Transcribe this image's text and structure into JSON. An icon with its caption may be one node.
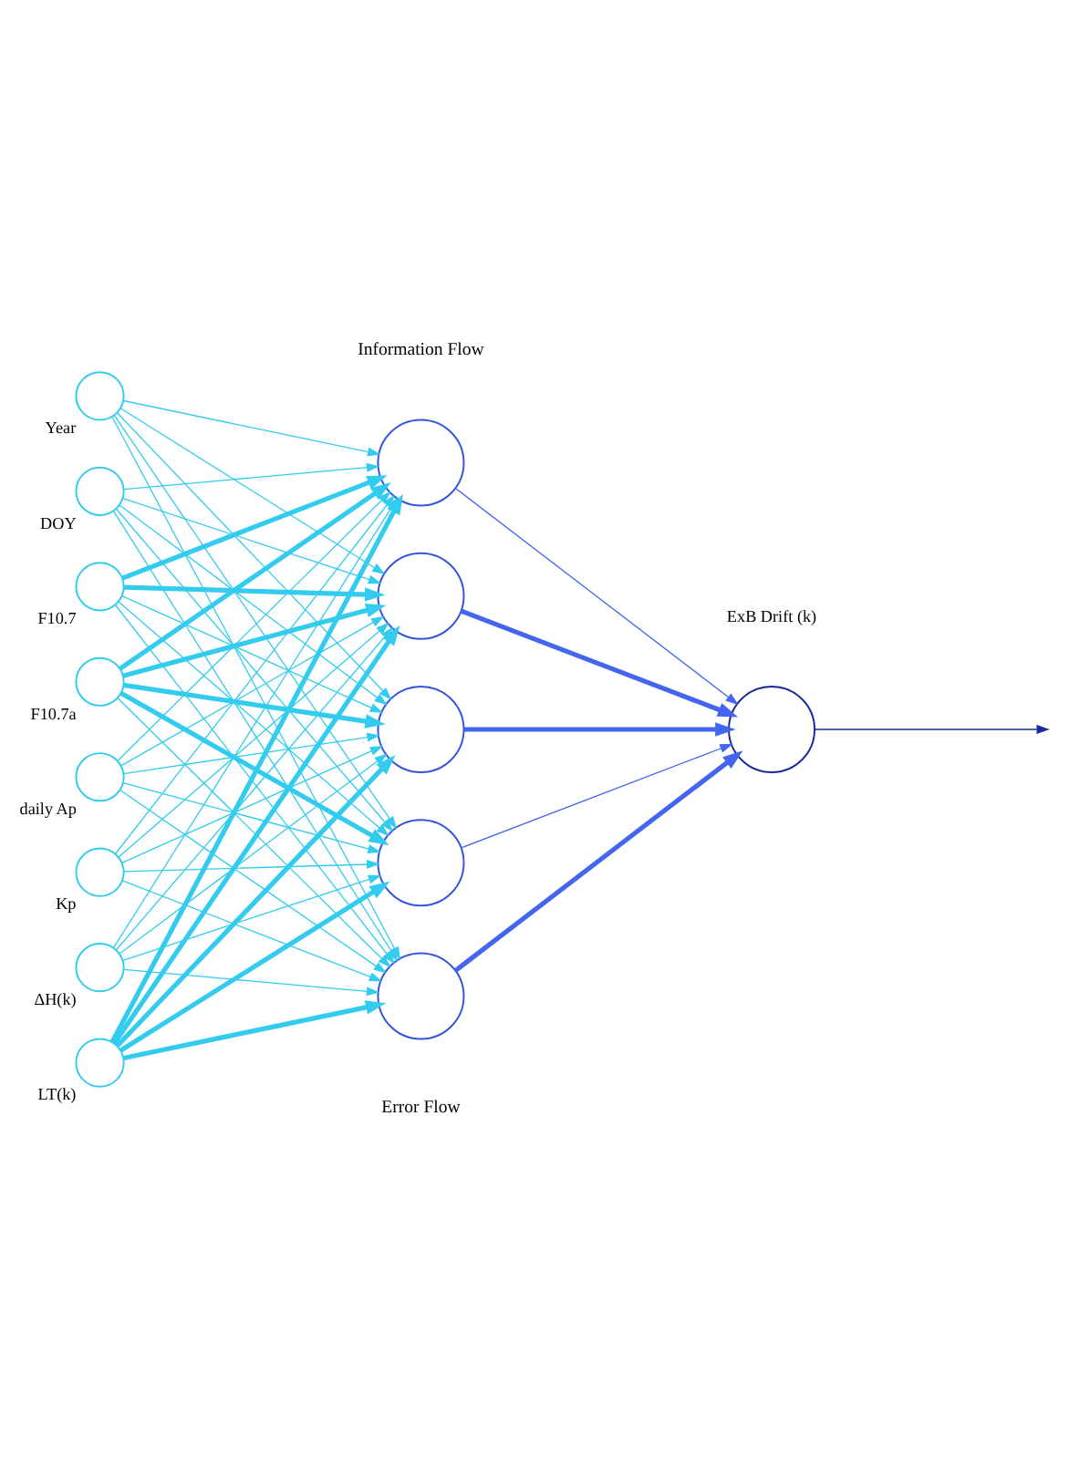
{
  "diagram": {
    "nodes": [
      {
        "text": [],
        "shape": "circle",
        "beside": [
          "Year"
        ]
      },
      {
        "text": [],
        "shape": "circle",
        "beside": [
          "DOY"
        ]
      },
      {
        "text": [],
        "shape": "circle",
        "beside": [
          "F10.7"
        ]
      },
      {
        "text": [],
        "shape": "circle",
        "beside": [
          "F10.7a"
        ]
      },
      {
        "text": [],
        "shape": "circle",
        "beside": [
          "daily Ap"
        ]
      },
      {
        "text": [],
        "shape": "circle",
        "beside": [
          "Kp"
        ]
      },
      {
        "text": [],
        "shape": "circle",
        "beside": [
          "ΔH(k)"
        ]
      },
      {
        "text": [],
        "shape": "circle",
        "beside": [
          "LT(k)"
        ]
      },
      {
        "text": [],
        "shape": "circle"
      },
      {
        "text": [],
        "shape": "circle"
      },
      {
        "text": [],
        "shape": "circle"
      },
      {
        "text": [],
        "shape": "circle"
      },
      {
        "text": [],
        "shape": "circle"
      },
      {
        "text": [],
        "shape": "circle",
        "beside": [
          "ExB Drift (k)"
        ]
      }
    ],
    "edges": [
      {
        "from": 0,
        "to": 8,
        "arrow": "to"
      },
      {
        "from": 0,
        "to": 9,
        "arrow": "to"
      },
      {
        "from": 0,
        "to": 10,
        "arrow": "to"
      },
      {
        "from": 0,
        "to": 11,
        "arrow": "to"
      },
      {
        "from": 0,
        "to": 12,
        "arrow": "to"
      },
      {
        "from": 1,
        "to": 8,
        "arrow": "to"
      },
      {
        "from": 1,
        "to": 9,
        "arrow": "to"
      },
      {
        "from": 1,
        "to": 10,
        "arrow": "to"
      },
      {
        "from": 1,
        "to": 11,
        "arrow": "to"
      },
      {
        "from": 1,
        "to": 12,
        "arrow": "to"
      },
      {
        "from": 2,
        "to": 8,
        "arrow": "to",
        "style": "thick"
      },
      {
        "from": 2,
        "to": 9,
        "arrow": "to",
        "style": "thick"
      },
      {
        "from": 2,
        "to": 10,
        "arrow": "to"
      },
      {
        "from": 2,
        "to": 11,
        "arrow": "to"
      },
      {
        "from": 2,
        "to": 12,
        "arrow": "to"
      },
      {
        "from": 3,
        "to": 8,
        "arrow": "to",
        "style": "thick"
      },
      {
        "from": 3,
        "to": 9,
        "arrow": "to",
        "style": "thick"
      },
      {
        "from": 3,
        "to": 10,
        "arrow": "to",
        "style": "thick"
      },
      {
        "from": 3,
        "to": 11,
        "arrow": "to",
        "style": "thick"
      },
      {
        "from": 3,
        "to": 12,
        "arrow": "to"
      },
      {
        "from": 4,
        "to": 8,
        "arrow": "to"
      },
      {
        "from": 4,
        "to": 9,
        "arrow": "to"
      },
      {
        "from": 4,
        "to": 10,
        "arrow": "to"
      },
      {
        "from": 4,
        "to": 11,
        "arrow": "to"
      },
      {
        "from": 4,
        "to": 12,
        "arrow": "to"
      },
      {
        "from": 5,
        "to": 8,
        "arrow": "to"
      },
      {
        "from": 5,
        "to": 9,
        "arrow": "to"
      },
      {
        "from": 5,
        "to": 10,
        "arrow": "to"
      },
      {
        "from": 5,
        "to": 11,
        "arrow": "to"
      },
      {
        "from": 5,
        "to": 12,
        "arrow": "to"
      },
      {
        "from": 6,
        "to": 8,
        "arrow": "to"
      },
      {
        "from": 6,
        "to": 9,
        "arrow": "to"
      },
      {
        "from": 6,
        "to": 10,
        "arrow": "to"
      },
      {
        "from": 6,
        "to": 11,
        "arrow": "to"
      },
      {
        "from": 6,
        "to": 12,
        "arrow": "to"
      },
      {
        "from": 7,
        "to": 8,
        "arrow": "to",
        "style": "thick"
      },
      {
        "from": 7,
        "to": 9,
        "arrow": "to",
        "style": "thick"
      },
      {
        "from": 7,
        "to": 10,
        "arrow": "to",
        "style": "thick"
      },
      {
        "from": 7,
        "to": 11,
        "arrow": "to",
        "style": "thick"
      },
      {
        "from": 7,
        "to": 12,
        "arrow": "to",
        "style": "thick"
      },
      {
        "from": 8,
        "to": 13,
        "arrow": "to",
        "color": "#4466ee"
      },
      {
        "from": 9,
        "to": 13,
        "arrow": "to",
        "style": "thick",
        "color": "#4466ee"
      },
      {
        "from": 10,
        "to": 13,
        "arrow": "to",
        "style": "thick",
        "color": "#4466ee"
      },
      {
        "from": 11,
        "to": 13,
        "arrow": "to",
        "color": "#4466ee"
      },
      {
        "from": 12,
        "to": 13,
        "arrow": "to",
        "style": "thick",
        "color": "#4466ee"
      },
      {
        "from": 13,
        "to": null,
        "arrow": "to",
        "color": "#1a2a9a"
      }
    ],
    "labels": [
      "Information Flow",
      "Error Flow"
    ]
  }
}
